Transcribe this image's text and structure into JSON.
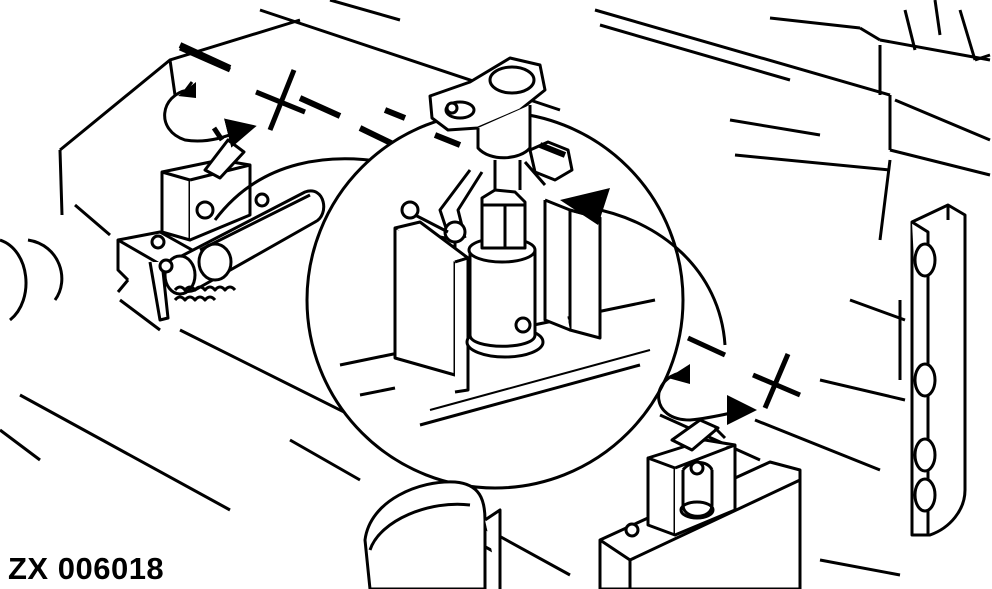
{
  "figure": {
    "reference_code": "ZX 006018",
    "line_color": "#000000",
    "fill_color": "#ffffff",
    "callouts": [
      {
        "name": "minus-sign",
        "text": "−"
      },
      {
        "name": "plus-sign",
        "text": "+"
      }
    ]
  }
}
